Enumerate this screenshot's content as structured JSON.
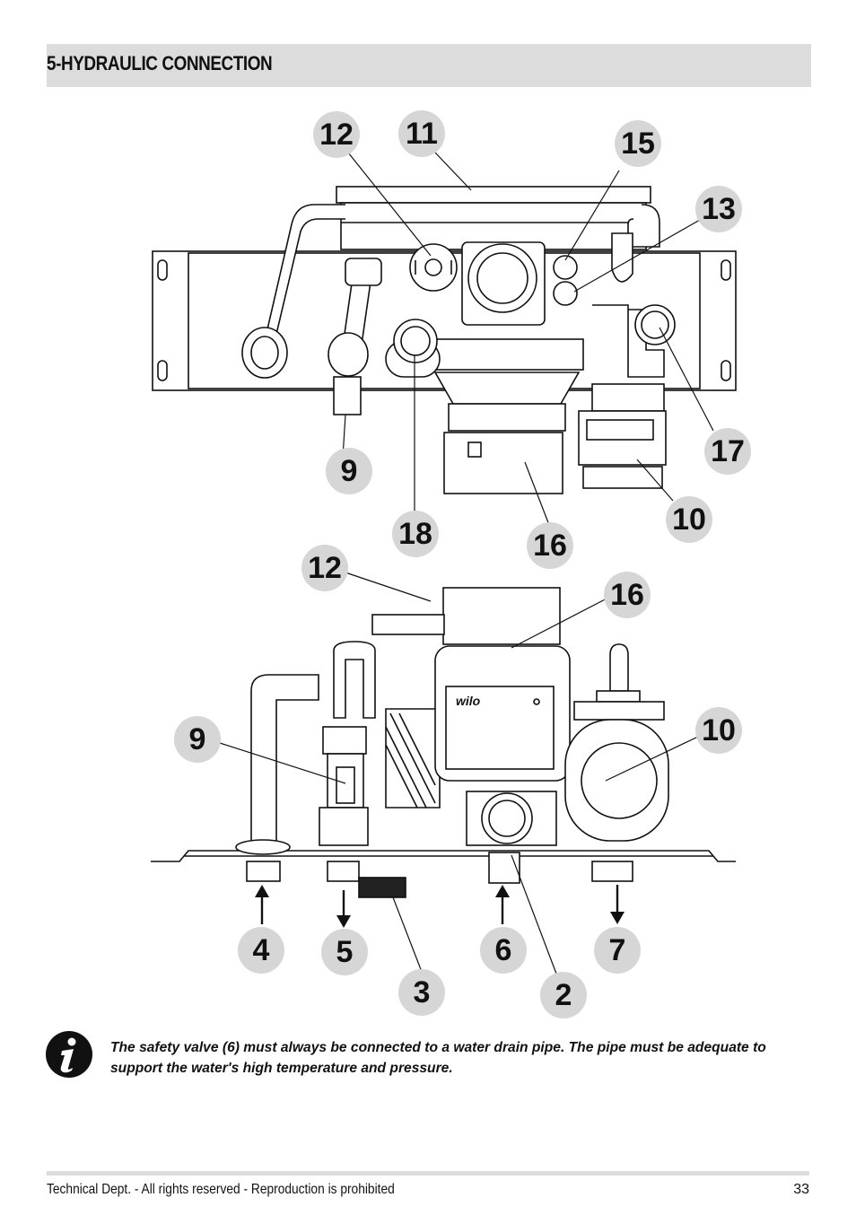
{
  "section": {
    "title": "5-HYDRAULIC CONNECTION"
  },
  "top_view": {
    "callouts": [
      "12",
      "11",
      "15",
      "13",
      "17",
      "9",
      "18",
      "16",
      "10"
    ]
  },
  "front_view": {
    "pump_brand": "wilo",
    "callouts": [
      "12",
      "16",
      "9",
      "10",
      "4",
      "5",
      "6",
      "7",
      "3",
      "2"
    ]
  },
  "note": {
    "icon": "info-icon",
    "text": "The safety valve (6) must always be connected to a water drain pipe. The pipe must be adequate to support the water's high temperature and pressure."
  },
  "footer": {
    "left": "Technical Dept. - All rights reserved - Reproduction is prohibited",
    "page_number": "33"
  }
}
